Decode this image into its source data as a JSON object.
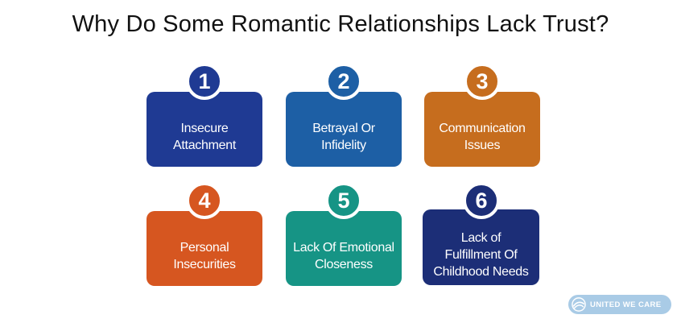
{
  "title": "Why Do Some Romantic Relationships Lack Trust?",
  "colors": {
    "navy": "#1f3a93",
    "blue": "#1d5fa5",
    "ochre": "#c66d1e",
    "orange": "#d65620",
    "teal": "#169485",
    "indigo": "#1c2e77",
    "logo_bg": "#a9cbe6"
  },
  "items": [
    {
      "number": "1",
      "label_lines": [
        "Insecure",
        "Attachment"
      ],
      "color": "#1f3a93"
    },
    {
      "number": "2",
      "label_lines": [
        "Betrayal Or",
        "Infidelity"
      ],
      "color": "#1d5fa5"
    },
    {
      "number": "3",
      "label_lines": [
        "Communication",
        "Issues"
      ],
      "color": "#c66d1e"
    },
    {
      "number": "4",
      "label_lines": [
        "Personal",
        "Insecurities"
      ],
      "color": "#d65620"
    },
    {
      "number": "5",
      "label_lines": [
        "Lack Of Emotional",
        "Closeness"
      ],
      "color": "#169485"
    },
    {
      "number": "6",
      "label_lines": [
        "Lack of",
        "Fulfillment Of",
        "Childhood Needs"
      ],
      "color": "#1c2e77"
    }
  ],
  "logo": {
    "text": "UNITED WE CARE",
    "icon": "united-we-care-logo-icon"
  }
}
